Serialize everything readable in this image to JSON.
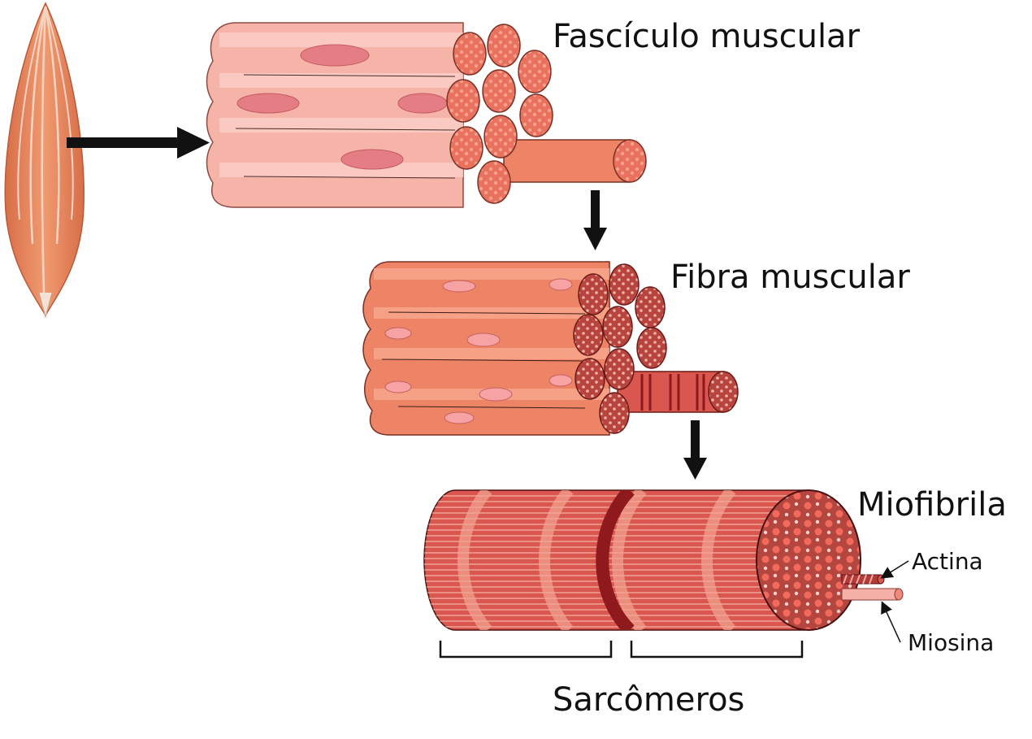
{
  "labels": {
    "fasciculo": "Fascículo muscular",
    "fibra": "Fibra muscular",
    "miofibrila": "Miofibrila",
    "actina": "Actina",
    "miosina": "Miosina",
    "sarcomeros": "Sarcômeros"
  },
  "colors": {
    "fascicle_body": "#f6b3a8",
    "fascicle_light": "#fbd0c8",
    "fibre_body": "#ee8466",
    "fibre_light": "#f7a98f",
    "myofibril_body": "#d9574e",
    "myofibril_dark": "#8e1a1e",
    "muscle": "#e58a5f",
    "arrow": "#111111"
  }
}
